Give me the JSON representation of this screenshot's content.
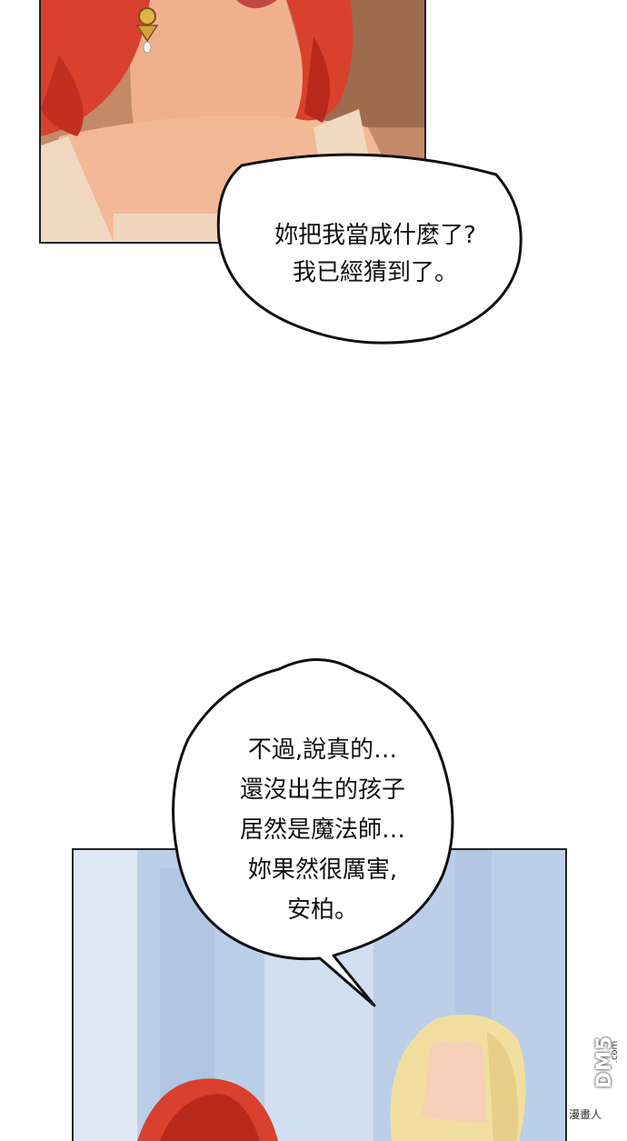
{
  "panels": {
    "top": {
      "description_icon": "red-haired-woman-icon"
    },
    "bottom": {
      "description_icon": "two-characters-icon"
    }
  },
  "bubble1": {
    "line1": "妳把我當成什麼了?",
    "line2": "我已經猜到了。"
  },
  "bubble2": {
    "line1": "不過,說真的…",
    "line2": "還沒出生的孩子",
    "line3": "居然是魔法師…",
    "line4": "妳果然很厲害,",
    "line5": "安柏。"
  },
  "watermark": {
    "brand": "DM5",
    "domain": ".com",
    "cn": "漫畫人"
  },
  "colors": {
    "hair_red": "#d9402e",
    "hair_blond": "#f2dfa0",
    "outline": "#222222"
  }
}
